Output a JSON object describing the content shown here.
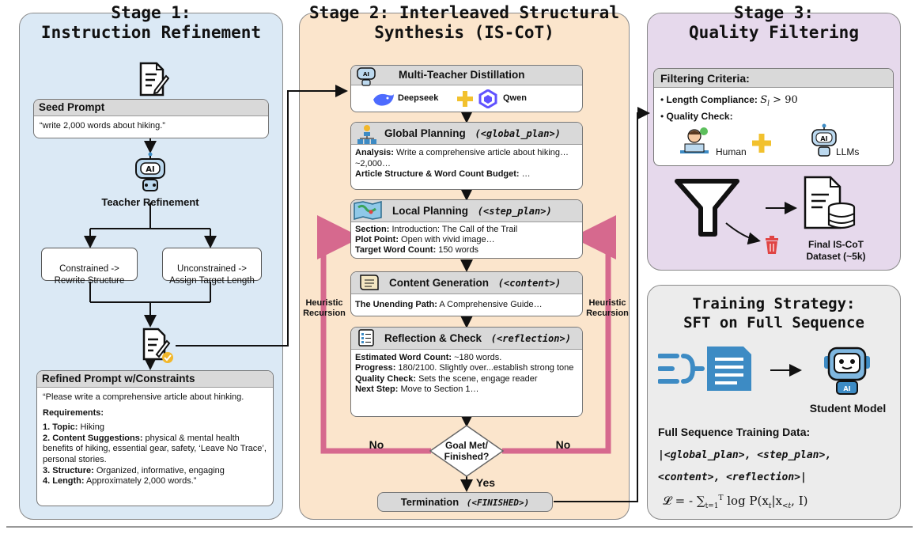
{
  "stage1": {
    "title_line1": "Stage 1:",
    "title_line2": "Instruction Refinement",
    "seed_prompt_title": "Seed Prompt",
    "seed_prompt_text": "“write 2,000 words about hiking.”",
    "teacher_refinement": "Teacher Refinement",
    "ai_label": "AI",
    "constrained": "Constrained ->\nRewrite Structure",
    "unconstrained": "Unconstrained ->\nAssign Target Length",
    "refined_title": "Refined Prompt w/Constraints",
    "refined_intro": "“Please write a comprehensive article about hinking.",
    "requirements_label": "Requirements:",
    "req1_key": "1. Topic:",
    "req1_val": " Hiking",
    "req2_key": "2. Content Suggestions:",
    "req2_val": " physical & mental health benefits of hiking, essential gear, safety, ‘Leave No Trace’, personal stories.",
    "req3_key": "3. Structure:",
    "req3_val": " Organized, informative, engaging",
    "req4_key": "4. Length:",
    "req4_val": " Approximately 2,000 words.”"
  },
  "stage2": {
    "title_line1": "Stage 2: Interleaved Structural",
    "title_line2": "Synthesis (IS-CoT)",
    "mtd_title": "Multi-Teacher Distillation",
    "deepseek": "Deepseek",
    "qwen": "Qwen",
    "gp_title": "Global Planning",
    "gp_tag": "(<global_plan>)",
    "gp_analysis_key": "Analysis:",
    "gp_analysis_val": " Write a comprehensive article about hiking…~2,000…",
    "gp_struct_key": "Article Structure & Word Count Budget:",
    "gp_struct_val": " …",
    "lp_title": "Local Planning",
    "lp_tag": "(<step_plan>)",
    "lp_section_key": "Section:",
    "lp_section_val": " Introduction: The Call of the Trail",
    "lp_plot_key": "Plot Point:",
    "lp_plot_val": " Open with vivid image…",
    "lp_target_key": "Target Word Count:",
    "lp_target_val": " 150 words",
    "cg_title": "Content Generation",
    "cg_tag": "(<content>)",
    "cg_line_key": "The Unending Path:",
    "cg_line_val": " A Comprehensive Guide…",
    "rc_title": "Reflection & Check",
    "rc_tag": "(<reflection>)",
    "rc_est_key": "Estimated Word Count:",
    "rc_est_val": " ~180 words.",
    "rc_prog_key": "Progress:",
    "rc_prog_val": " 180/2100. Slightly over...establish strong tone",
    "rc_qc_key": "Quality Check:",
    "rc_qc_val": " Sets the scene, engage reader",
    "rc_next_key": "Next Step:",
    "rc_next_val": " Move to Section 1…",
    "heuristic_left": "Heuristic\nRecursion",
    "heuristic_right": "Heuristic\nRecursion",
    "goal_line1": "Goal Met/",
    "goal_line2": "Finished?",
    "no_left": "No",
    "no_right": "No",
    "yes": "Yes",
    "term_title": "Termination",
    "term_tag": "(<FINISHED>)"
  },
  "stage3": {
    "title_line1": "Stage 3:",
    "title_line2": "Quality Filtering",
    "fc_title": "Filtering Criteria:",
    "len_key": "Length Compliance:",
    "len_formula": "S",
    "len_sub": "l",
    "len_rest": " > 90",
    "qc_key": "Quality Check:",
    "human": "Human",
    "llms": "LLMs",
    "final_line1": "Final IS-CoT",
    "final_line2": "Dataset (~5k)"
  },
  "training": {
    "title_line1": "Training Strategy:",
    "title_line2": "SFT on Full Sequence",
    "student": "Student Model",
    "data_title": "Full Sequence Training Data:",
    "seq_line1": "|<global_plan>, <step_plan>,",
    "seq_line2": "<content>, <reflection>|",
    "loss": "𝓛 = - ∑",
    "loss_sub": "t=1",
    "loss_sup": "T",
    "loss_rest": " log P(x",
    "loss_t": "t",
    "loss_mid": "|x",
    "loss_lt": "<t",
    "loss_end": ", I)"
  },
  "colors": {
    "stage1_bg": "#dbe9f5",
    "stage2_bg": "#fbe5cc",
    "stage3_bg": "#e6d9ec",
    "training_bg": "#ececec",
    "recursion_pink": "#d6698e",
    "plus_yellow": "#f2c12e",
    "trash_red": "#e04444",
    "icon_blue": "#3d8bc4"
  }
}
